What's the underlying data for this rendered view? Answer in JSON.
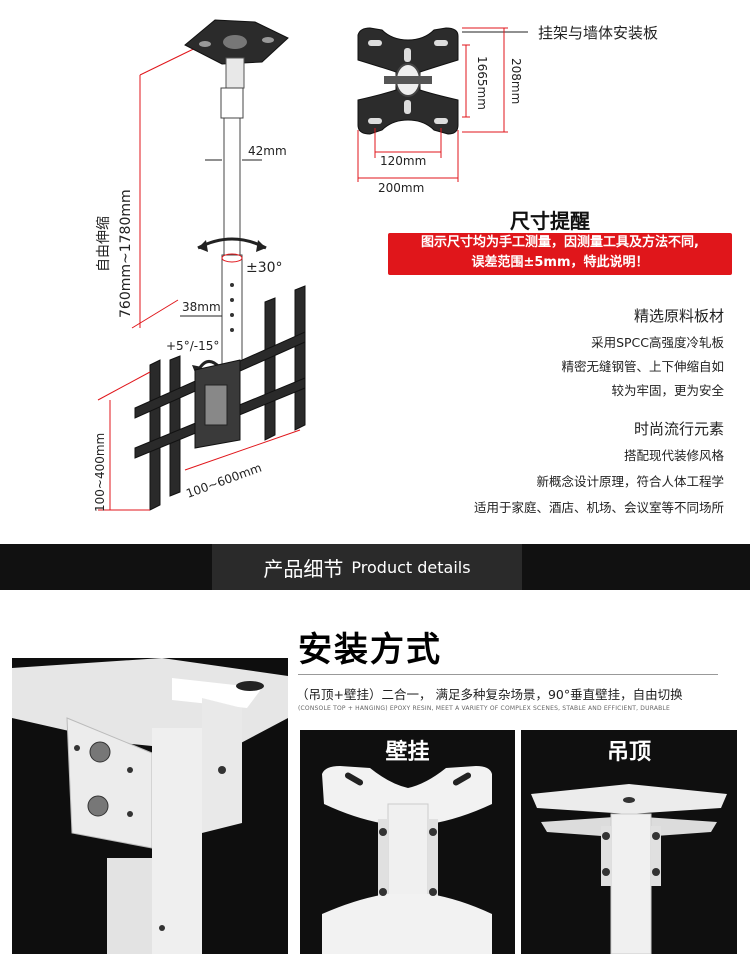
{
  "diagram": {
    "wall_plate_label": "挂架与墙体安装板",
    "dim_208": "208mm",
    "dim_1665": "1665mm",
    "dim_120": "120mm",
    "dim_200": "200mm",
    "dim_42": "42mm",
    "dim_38": "38mm",
    "rotation": "±30°",
    "tilt": "+5°/-15°",
    "height_range": "760mm~1780mm",
    "height_label": "自由伸缩",
    "vesa_height": "100~400mm",
    "vesa_width": "100~600mm"
  },
  "reminder": {
    "title": "尺寸提醒",
    "warning_line1": "图示尺寸均为手工测量，因测量工具及方法不同,",
    "warning_line2": "误差范围±5mm，特此说明！"
  },
  "features": [
    {
      "title": "精选原料板材",
      "lines": [
        "采用SPCC高强度冷轧板",
        "精密无缝钢管、上下伸缩自如",
        "较为牢固，更为安全"
      ]
    },
    {
      "title": "时尚流行元素",
      "lines": [
        "搭配现代装修风格",
        "新概念设计原理，符合人体工程学",
        "适用于家庭、酒店、机场、会议室等不同场所"
      ]
    }
  ],
  "banner": {
    "cn": "产品细节",
    "en": "Product details"
  },
  "install": {
    "title": "安装方式",
    "desc": "（吊顶+壁挂）二合一， 满足多种复杂场景，90°垂直壁挂，自由切换",
    "desc_en": "(CONSOLE TOP + HANGING) EPOXY RESIN, MEET A VARIETY OF COMPLEX SCENES, STABLE AND EFFICIENT, DURABLE"
  },
  "photos": {
    "wall": "壁挂",
    "ceiling": "吊顶"
  },
  "colors": {
    "warning_red": "#e0161b",
    "dimension_red": "#e0161b",
    "banner_bg": "#111111",
    "metal": "#333333"
  }
}
